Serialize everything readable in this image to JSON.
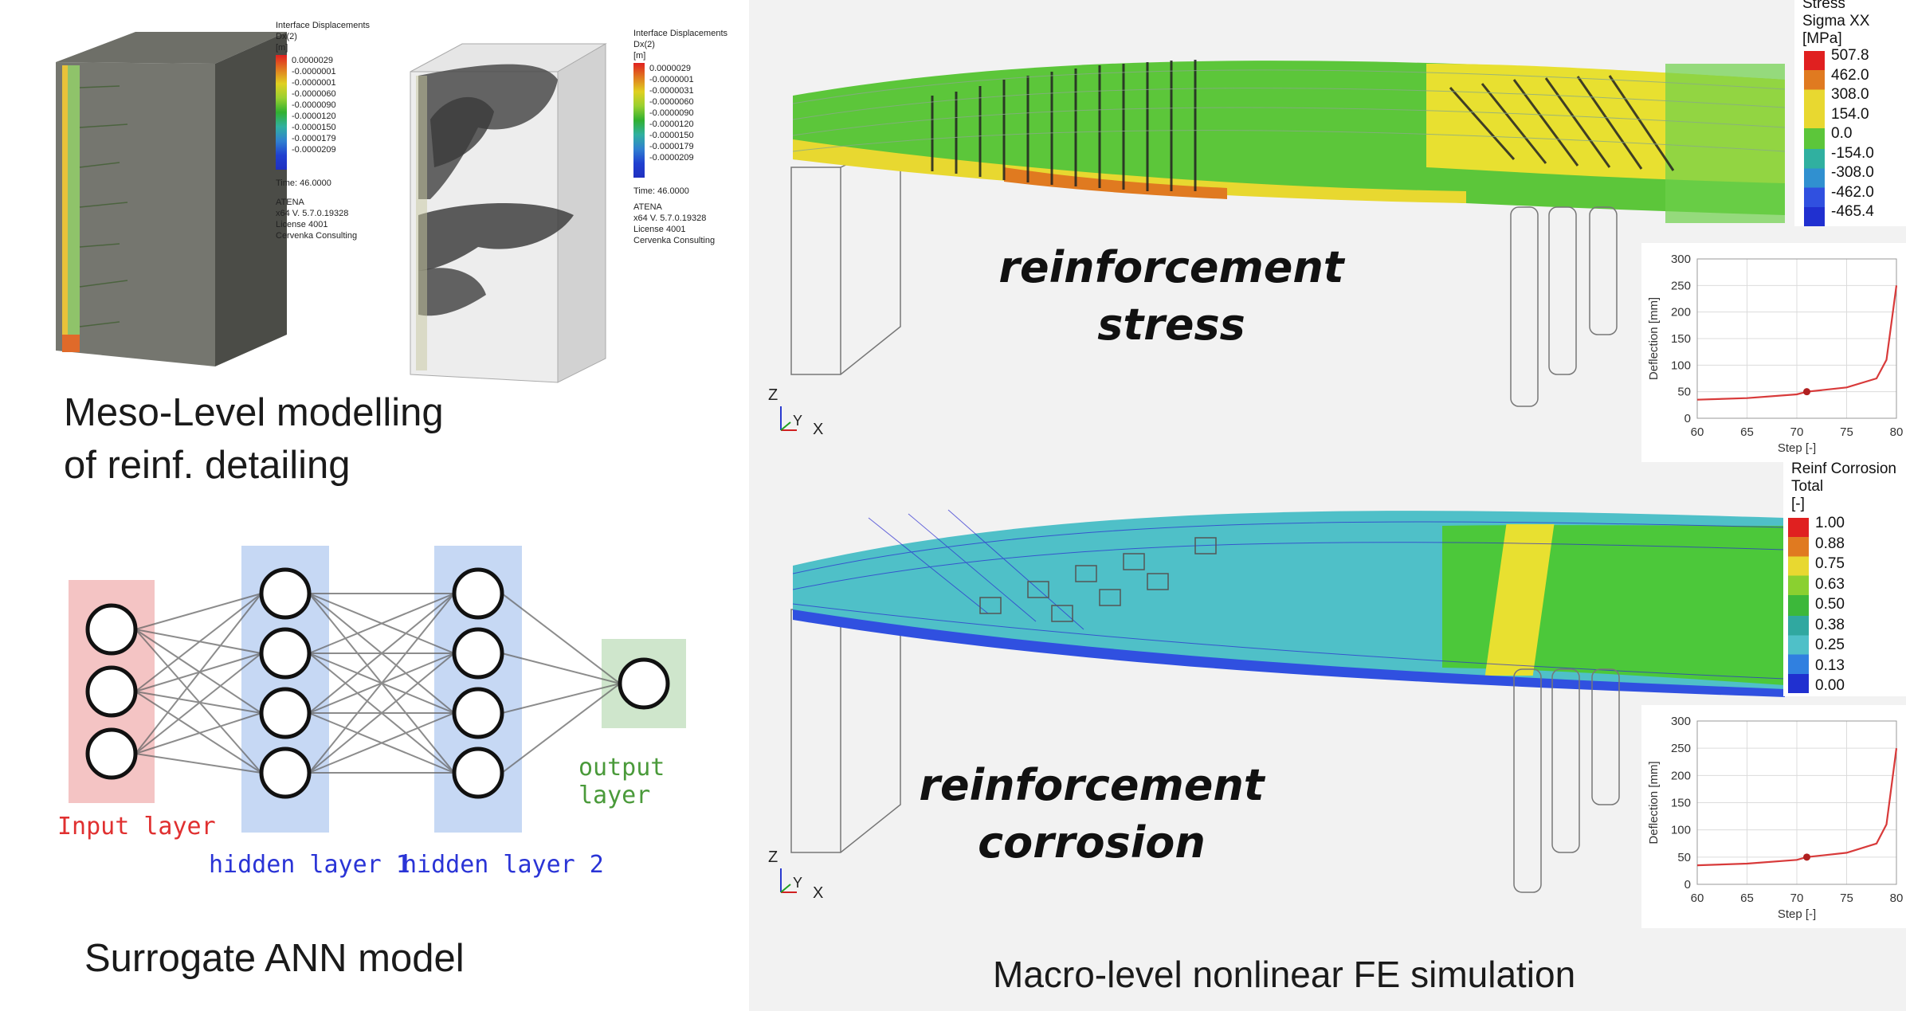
{
  "meso": {
    "legend_left": {
      "title": "Interface Displacements",
      "sub1": "Dx(2)",
      "unit": "[m]",
      "values": [
        "0.0000029",
        "-0.0000001",
        "-0.0000001",
        "-0.0000060",
        "-0.0000090",
        "-0.0000120",
        "-0.0000150",
        "-0.0000179",
        "-0.0000209"
      ],
      "time": "Time: 46.0000",
      "software": "ATENA",
      "version": "x64 V. 5.7.0.19328",
      "license": "License 4001",
      "company": "Cervenka Consulting"
    },
    "legend_right": {
      "title": "Interface Displacements",
      "sub1": "Dx(2)",
      "unit": "[m]",
      "values": [
        "0.0000029",
        "-0.0000001",
        "-0.0000031",
        "-0.0000060",
        "-0.0000090",
        "-0.0000120",
        "-0.0000150",
        "-0.0000179",
        "-0.0000209"
      ],
      "time": "Time: 46.0000",
      "software": "ATENA",
      "version": "x64 V. 5.7.0.19328",
      "license": "License 4001",
      "company": "Cervenka Consulting"
    },
    "caption_line1": "Meso-Level modelling",
    "caption_line2": "of reinf. detailing"
  },
  "ann": {
    "input_label": "Input layer",
    "hidden1_label": "hidden layer 1",
    "hidden2_label": "hidden layer 2",
    "output_label": "output layer",
    "caption": "Surrogate ANN model",
    "colors": {
      "input": "#f4c4c4",
      "hidden": "#c6d8f4",
      "output": "#cfe6cc",
      "input_text": "#e03030",
      "hidden_text": "#2a34d6",
      "output_text": "#4a9a3a"
    }
  },
  "macro": {
    "stress_label_line1": "reinforcement",
    "stress_label_line2": "stress",
    "corrosion_label_line1": "reinforcement",
    "corrosion_label_line2": "corrosion",
    "stress_legend": {
      "title1": "Stress",
      "title2": "Sigma XX",
      "unit": "[MPa]",
      "values": [
        "507.8",
        "462.0",
        "308.0",
        "154.0",
        "0.0",
        "-154.0",
        "-308.0",
        "-462.0",
        "-465.4"
      ]
    },
    "corrosion_legend": {
      "title1": "Reinf Corrosion",
      "title2": "Total",
      "unit": "[-]",
      "values": [
        "1.00",
        "0.88",
        "0.75",
        "0.63",
        "0.50",
        "0.38",
        "0.25",
        "0.13",
        "0.00"
      ]
    },
    "axes_z": "Z",
    "axes_y": "Y",
    "axes_x": "X",
    "caption": "Macro-level nonlinear FE simulation"
  },
  "chart_data": [
    {
      "type": "line",
      "x": [
        60,
        65,
        70,
        71,
        75,
        78,
        79,
        80
      ],
      "y": [
        35,
        38,
        45,
        50,
        58,
        75,
        110,
        250
      ],
      "marker_x": 71,
      "marker_y": 50,
      "xlabel": "Step [-]",
      "ylabel": "Deflection [mm]",
      "xlim": [
        60,
        80
      ],
      "ylim": [
        0,
        300
      ],
      "xticks": [
        "60",
        "65",
        "70",
        "75",
        "80"
      ],
      "yticks": [
        "0",
        "50",
        "100",
        "150",
        "200",
        "250",
        "300"
      ],
      "grid": true,
      "line_color": "#d83a3a"
    },
    {
      "type": "line",
      "x": [
        60,
        65,
        70,
        71,
        75,
        78,
        79,
        80
      ],
      "y": [
        35,
        38,
        45,
        50,
        58,
        75,
        110,
        250
      ],
      "marker_x": 71,
      "marker_y": 50,
      "xlabel": "Step [-]",
      "ylabel": "Deflection [mm]",
      "xlim": [
        60,
        80
      ],
      "ylim": [
        0,
        300
      ],
      "xticks": [
        "60",
        "65",
        "70",
        "75",
        "80"
      ],
      "yticks": [
        "0",
        "50",
        "100",
        "150",
        "200",
        "250",
        "300"
      ],
      "grid": true,
      "line_color": "#d83a3a"
    }
  ]
}
